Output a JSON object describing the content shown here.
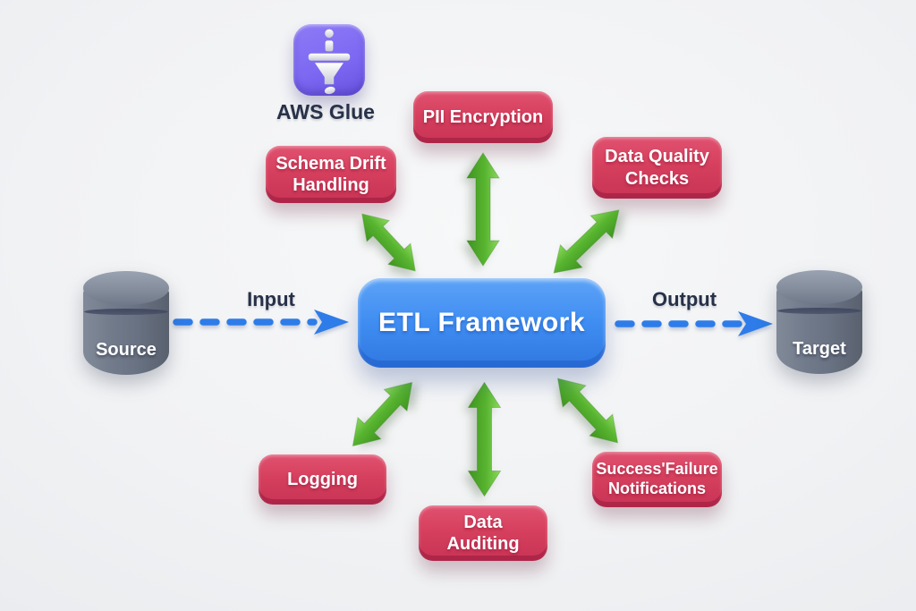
{
  "colors": {
    "background": "#f1f2f4",
    "center-blue": "#3f8df2",
    "feature-red": "#d6405e",
    "arrow-green": "#57b42f",
    "flow-blue": "#2d7ce9",
    "glue-purple": "#7d69f2",
    "database-gray": "#6a7383",
    "label-navy": "#273148"
  },
  "glue": {
    "label": "AWS Glue"
  },
  "center": {
    "label": "ETL Framework"
  },
  "flow": {
    "input_label": "Input",
    "output_label": "Output"
  },
  "source": {
    "label": "Source"
  },
  "target": {
    "label": "Target"
  },
  "features": [
    {
      "id": "schema-drift-handling",
      "label": "Schema Drift Handling"
    },
    {
      "id": "pii-encryption",
      "label": "PII Encryption"
    },
    {
      "id": "data-quality-checks",
      "label": "Data Quality Checks"
    },
    {
      "id": "logging",
      "label": "Logging"
    },
    {
      "id": "data-auditing",
      "label": "Data Auditing"
    },
    {
      "id": "success-failure-notifications",
      "label": "Success'Failure Notifications"
    }
  ]
}
